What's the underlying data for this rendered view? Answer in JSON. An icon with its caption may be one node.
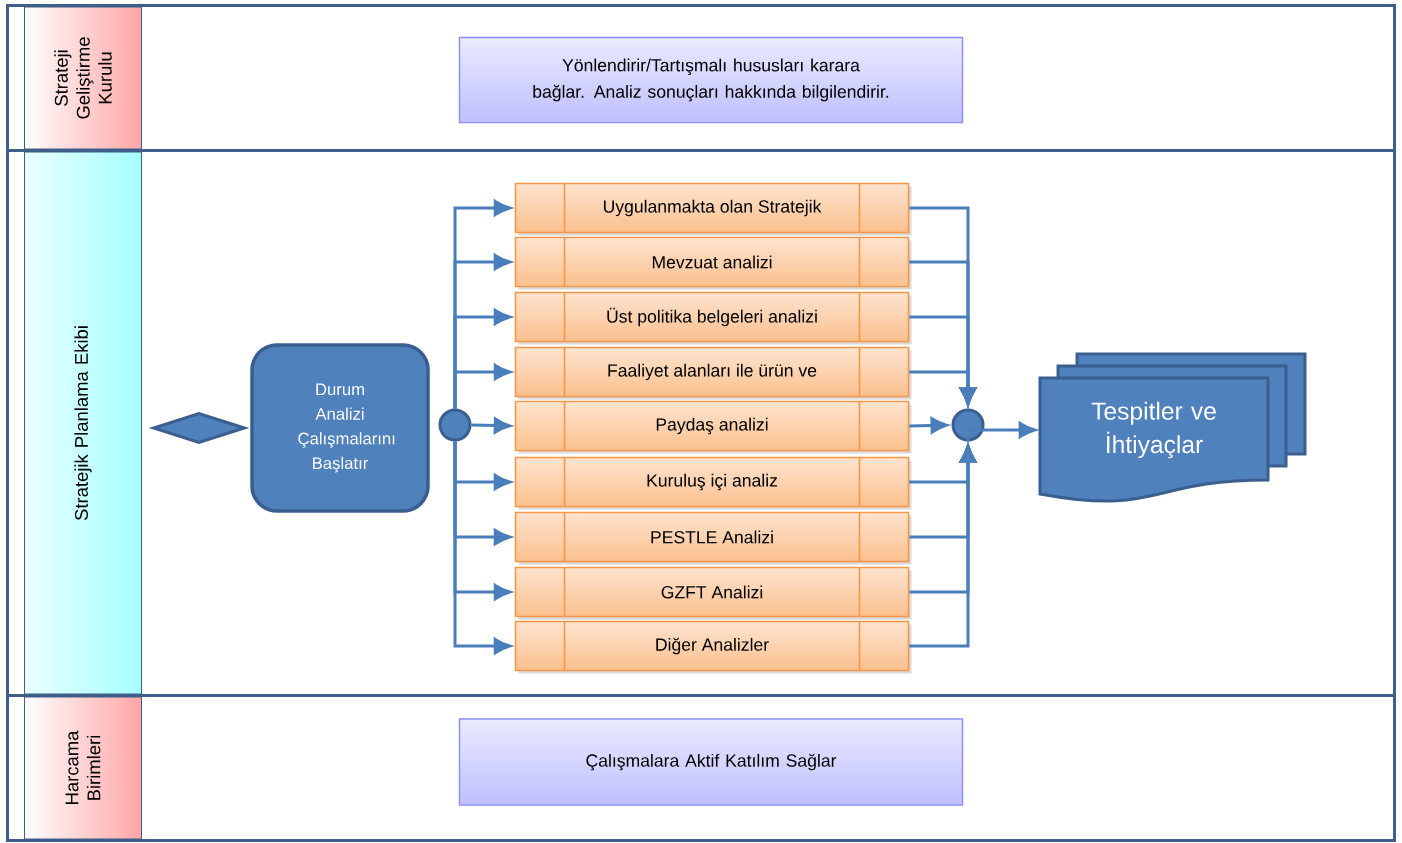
{
  "diagram": {
    "nodes": [
      {
        "text": [
          "Strateji Geliştirme Kurulu"
        ]
      },
      {
        "text": [
          "Yönlendirir/Tartışmalı hususları karara bağlar. Analiz sonuçları hakkında bilgilendirir."
        ],
        "in": 0
      },
      {
        "text": [
          "Stratejik Planlama Ekibi"
        ]
      },
      {
        "text": [],
        "shape": "diamond",
        "in": 2
      },
      {
        "text": [
          "Durum Analizi Çalışmalarını Başlatır"
        ],
        "in": 2
      },
      {
        "text": [],
        "shape": "circle",
        "in": 2
      },
      {
        "text": [
          "Uygulanmakta olan Stratejik"
        ],
        "in": 2
      },
      {
        "text": [
          "Mevzuat analizi"
        ],
        "in": 2
      },
      {
        "text": [
          "Üst politika belgeleri analizi"
        ],
        "in": 2
      },
      {
        "text": [
          "Faaliyet alanları ile ürün ve"
        ],
        "in": 2
      },
      {
        "text": [
          "Paydaş analizi"
        ],
        "in": 2
      },
      {
        "text": [
          "Kuruluş içi analiz"
        ],
        "in": 2
      },
      {
        "text": [
          "PESTLE Analizi"
        ],
        "in": 2
      },
      {
        "text": [
          "GZFT Analizi"
        ],
        "in": 2
      },
      {
        "text": [
          "Diğer Analizler"
        ],
        "in": 2
      },
      {
        "text": [],
        "shape": "circle",
        "in": 2
      },
      {
        "text": [
          "Tespitler ve İhtiyaçlar"
        ],
        "in": 2
      },
      {
        "text": [
          "Harcama Birimleri"
        ]
      },
      {
        "text": [
          "Çalışmalara Aktif Katılım Sağlar"
        ],
        "in": 17
      }
    ],
    "edges": [
      {
        "from": 5,
        "to": 6,
        "arrow": "to"
      },
      {
        "from": 5,
        "to": 7,
        "arrow": "to"
      },
      {
        "from": 5,
        "to": 8,
        "arrow": "to"
      },
      {
        "from": 5,
        "to": 9,
        "arrow": "to"
      },
      {
        "from": 5,
        "to": 10,
        "arrow": "to"
      },
      {
        "from": 5,
        "to": 11,
        "arrow": "to"
      },
      {
        "from": 5,
        "to": 12,
        "arrow": "to"
      },
      {
        "from": 5,
        "to": 13,
        "arrow": "to"
      },
      {
        "from": 5,
        "to": 14,
        "arrow": "to"
      },
      {
        "from": 6,
        "to": 15,
        "arrow": "to"
      },
      {
        "from": 7,
        "to": 15,
        "arrow": "to"
      },
      {
        "from": 8,
        "to": 15,
        "arrow": "to"
      },
      {
        "from": 9,
        "to": 15,
        "arrow": "to"
      },
      {
        "from": 10,
        "to": 15,
        "arrow": "to"
      },
      {
        "from": 11,
        "to": 15,
        "arrow": "to"
      },
      {
        "from": 12,
        "to": 15,
        "arrow": "to"
      },
      {
        "from": 13,
        "to": 15,
        "arrow": "to"
      },
      {
        "from": 14,
        "to": 15,
        "arrow": "to"
      },
      {
        "from": 15,
        "to": 16,
        "arrow": "to"
      }
    ]
  }
}
